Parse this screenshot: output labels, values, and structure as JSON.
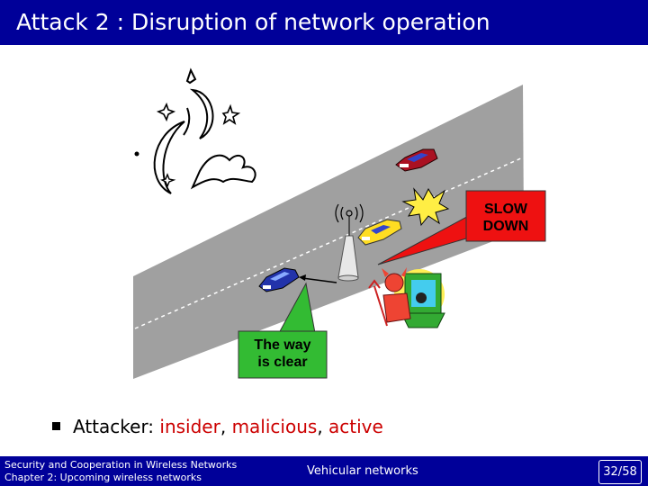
{
  "title": "Attack 2 : Disruption of network operation",
  "figure": {
    "callout_slow": [
      "SLOW",
      "DOWN"
    ],
    "callout_clear": [
      "The way",
      "is clear"
    ]
  },
  "bullet": {
    "prefix": "Attacker: ",
    "words": [
      "insider",
      "malicious",
      "active"
    ],
    "separator": ", "
  },
  "footer": {
    "left_line1": "Security and Cooperation in Wireless Networks",
    "left_line2": "Chapter 2: Upcoming wireless networks",
    "center": "Vehicular networks",
    "page": "32/58"
  },
  "colors": {
    "title_bar": "#000099",
    "keyword": "#cc0000",
    "road": "#a0a0a0",
    "callout_red": "#ee1111",
    "callout_green": "#33bb33"
  }
}
